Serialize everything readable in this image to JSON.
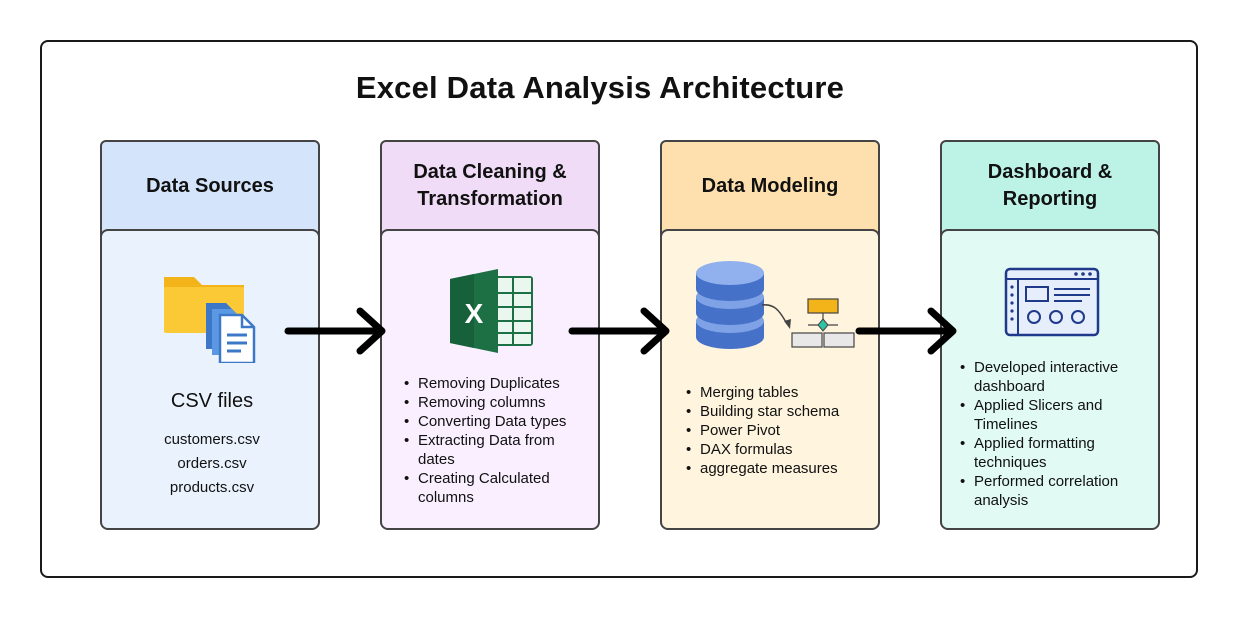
{
  "title": "Excel Data Analysis Architecture",
  "stages": {
    "sources": {
      "heading": "Data Sources",
      "caption": "CSV files",
      "files": [
        "customers.csv",
        "orders.csv",
        "products.csv"
      ],
      "colors": {
        "header": "#d4e5fb",
        "body": "#eaf3fd"
      }
    },
    "cleaning": {
      "heading_line1": "Data Cleaning &",
      "heading_line2": "Transformation",
      "items": [
        "Removing Duplicates",
        "Removing columns",
        "Converting Data types",
        "Extracting Data from dates",
        "Creating Calculated columns"
      ],
      "colors": {
        "header": "#f1dcf7",
        "body": "#f9efff"
      }
    },
    "modeling": {
      "heading": "Data Modeling",
      "items": [
        "Merging tables",
        "Building star schema",
        "Power Pivot",
        "DAX formulas",
        "aggregate measures"
      ],
      "colors": {
        "header": "#fde0ad",
        "body": "#fff4dd"
      }
    },
    "dashboard": {
      "heading_line1": "Dashboard &",
      "heading_line2": "Reporting",
      "items": [
        "Developed interactive dashboard",
        "Applied Slicers and Timelines",
        "Applied formatting techniques",
        "Performed correlation analysis"
      ],
      "colors": {
        "header": "#bdf3e6",
        "body": "#e1faf4"
      }
    }
  },
  "icons": [
    "folder-with-documents-icon",
    "excel-icon",
    "database-schema-icon",
    "dashboard-window-icon",
    "right-arrow-icon"
  ]
}
